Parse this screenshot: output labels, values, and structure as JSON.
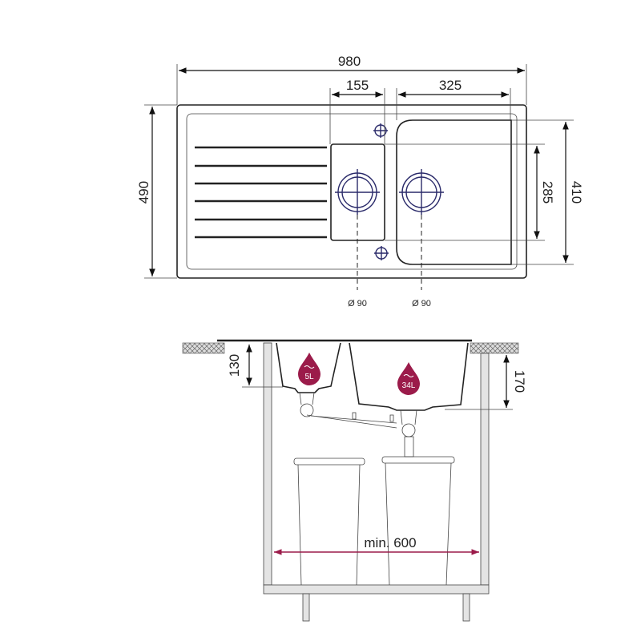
{
  "top_view": {
    "width_overall": "980",
    "small_bowl_width": "155",
    "large_bowl_width": "325",
    "depth_overall": "490",
    "small_bowl_depth": "285",
    "large_bowl_depth": "410",
    "drain_small": "Ø 90",
    "drain_large": "Ø 90"
  },
  "side_view": {
    "small_bowl_depth": "130",
    "large_bowl_depth": "170",
    "small_bowl_volume": "5L",
    "large_bowl_volume": "34L",
    "cabinet_min_width": "min. 600"
  },
  "colors": {
    "drop": "#9b1b4a",
    "line": "#222222",
    "drain": "#2a2a6a"
  }
}
